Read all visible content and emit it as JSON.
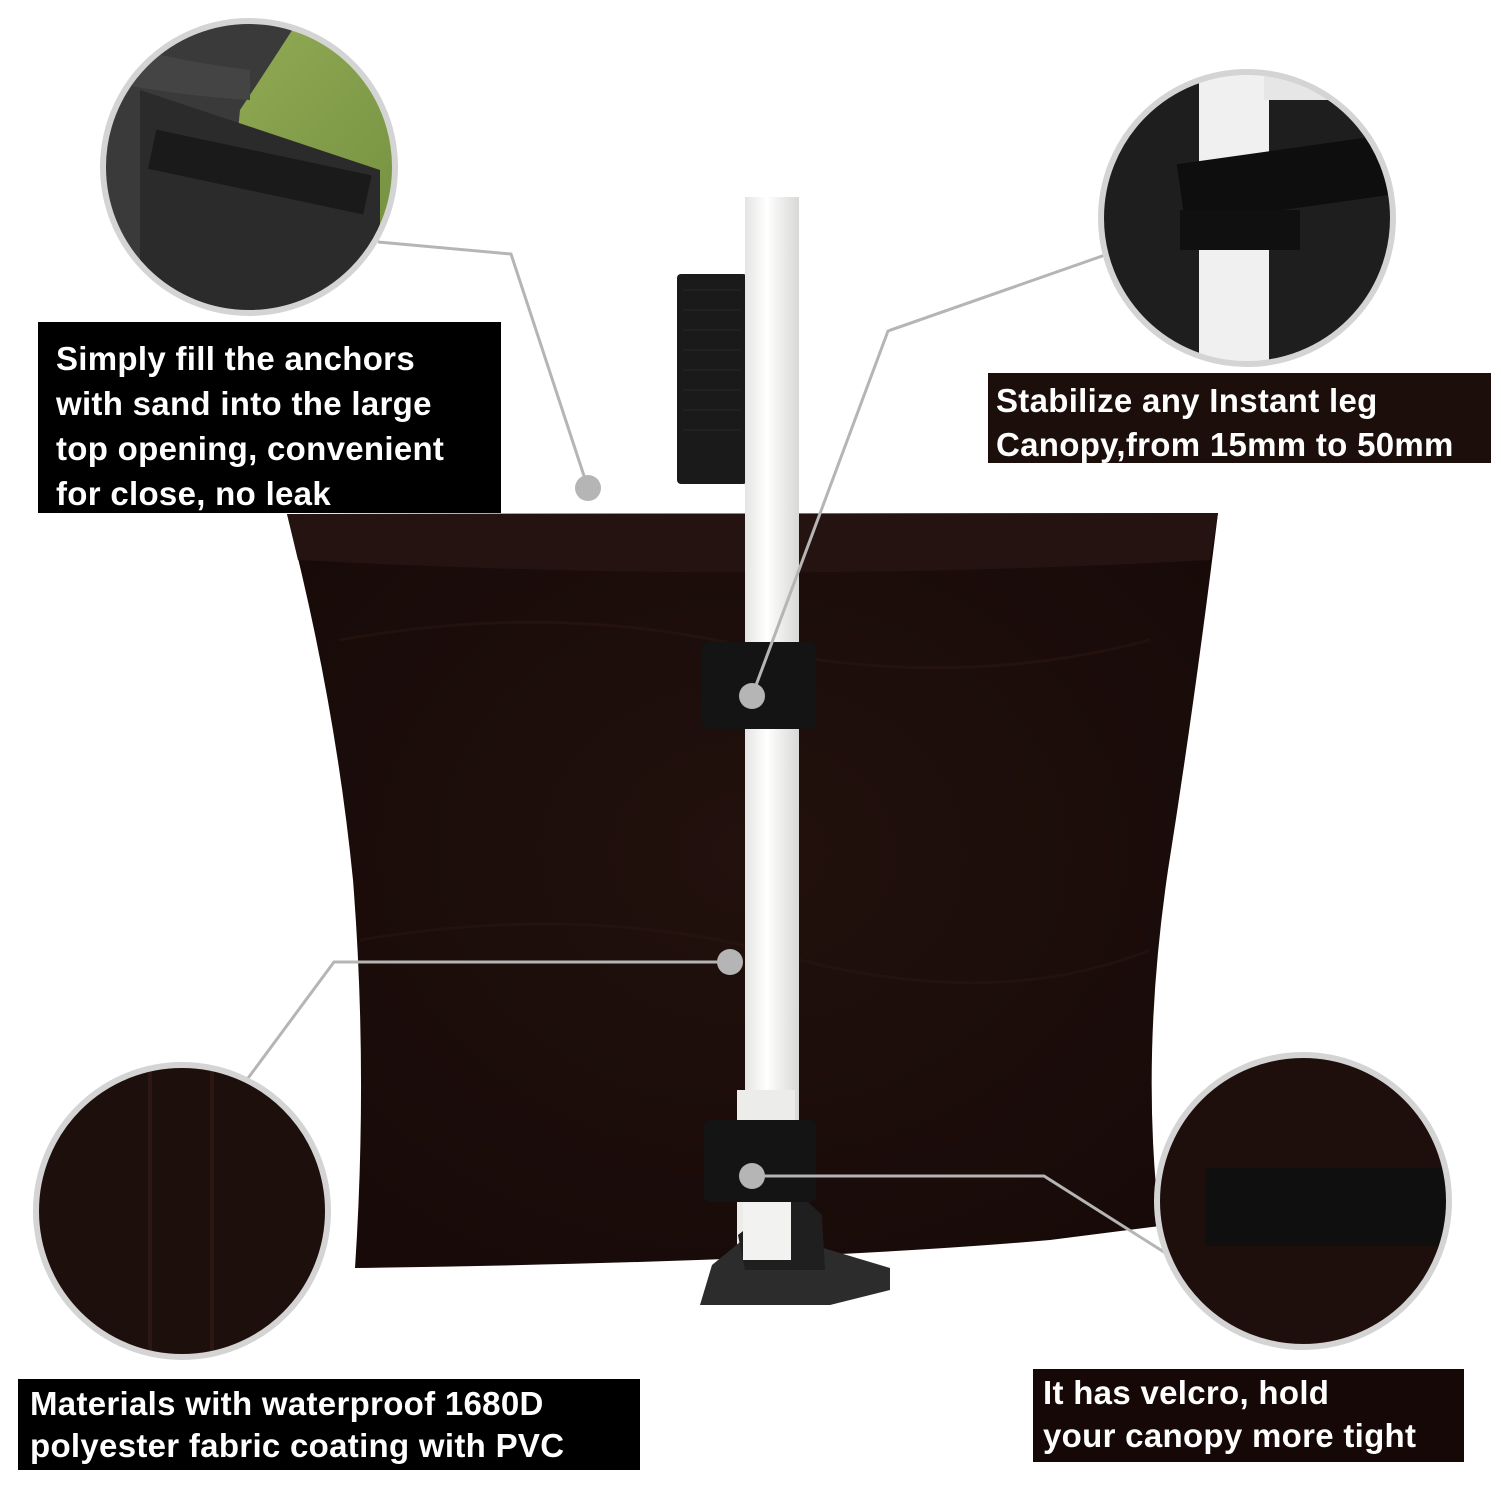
{
  "callouts": {
    "fill": {
      "lines": [
        "Simply fill the anchors",
        "with sand into the large",
        "top opening, convenient",
        "for close, no leak"
      ]
    },
    "stabilize": {
      "lines": [
        "Stabilize any Instant leg",
        "Canopy,from 15mm to 50mm"
      ]
    },
    "materials": {
      "lines": [
        "Materials with waterproof 1680D",
        "polyester fabric coating with PVC"
      ]
    },
    "velcro": {
      "lines": [
        "It has velcro, hold",
        "your canopy more tight"
      ]
    }
  },
  "colors": {
    "bag": "#1f0f0c",
    "pole": "#f4f4f2",
    "strap": "#151515",
    "callout_bg": "#000000",
    "callout_text": "#ffffff",
    "leader": "#b5b5b5"
  }
}
